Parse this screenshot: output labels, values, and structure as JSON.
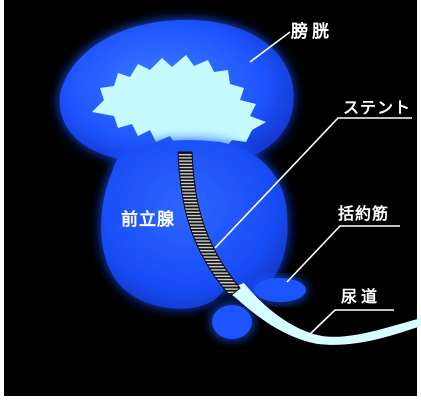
{
  "labels": {
    "bladder": "膀胱",
    "stent": "ステント",
    "prostate": "前立腺",
    "sphincter": "括約筋",
    "urethra": "尿道"
  },
  "colors": {
    "background": "#000000",
    "organ_blue": "#1a4fff",
    "bladder_lumen": "#c5fbff",
    "urethra": "#d6fdff",
    "stent_coil": "#cfcfcf",
    "label": "#ffffff"
  }
}
